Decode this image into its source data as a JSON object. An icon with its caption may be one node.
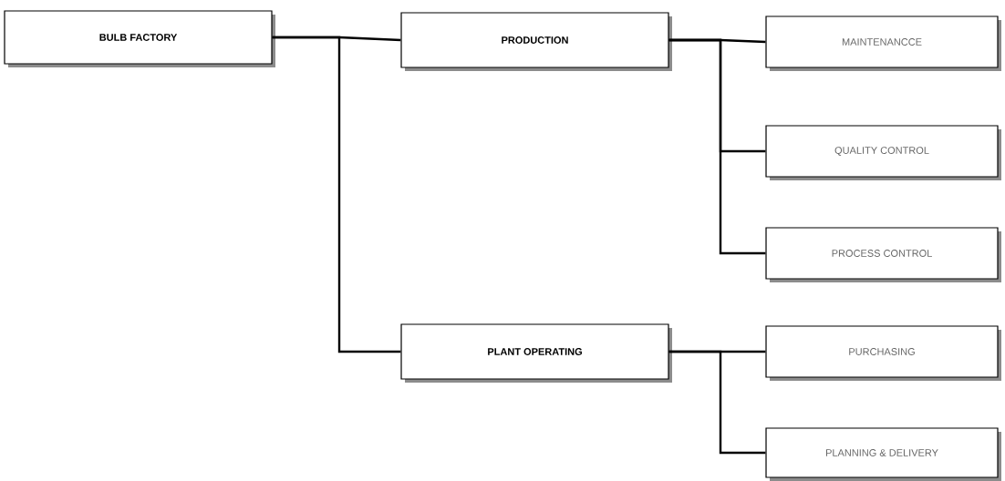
{
  "diagram": {
    "nodes": [
      {
        "text": [
          "BULB FACTORY"
        ]
      },
      {
        "text": [
          "PRODUCTION"
        ]
      },
      {
        "text": [
          "PLANT OPERATING"
        ]
      },
      {
        "text": [
          "MAINTENANCCE"
        ]
      },
      {
        "text": [
          "QUALITY CONTROL"
        ]
      },
      {
        "text": [
          "PROCESS CONTROL"
        ]
      },
      {
        "text": [
          "PURCHASING"
        ]
      },
      {
        "text": [
          "PLANNING & DELIVERY"
        ]
      }
    ],
    "edges": [
      {
        "from": 0,
        "to": 1,
        "arrow": "none"
      },
      {
        "from": 0,
        "to": 2,
        "arrow": "none"
      },
      {
        "from": 1,
        "to": 3,
        "arrow": "none"
      },
      {
        "from": 1,
        "to": 4,
        "arrow": "none"
      },
      {
        "from": 1,
        "to": 5,
        "arrow": "none"
      },
      {
        "from": 2,
        "to": 6,
        "arrow": "none"
      },
      {
        "from": 2,
        "to": 7,
        "arrow": "none"
      }
    ]
  }
}
